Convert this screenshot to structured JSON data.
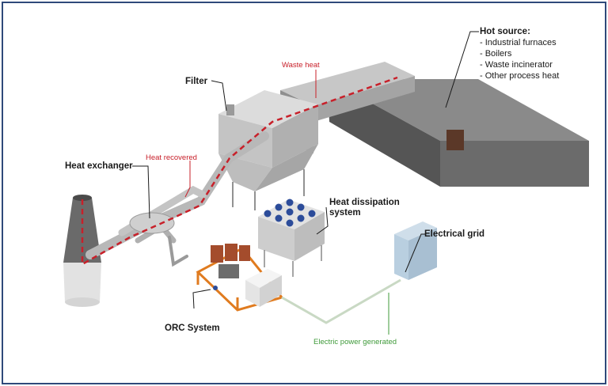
{
  "labels": {
    "hot_source_title": "Hot source:",
    "hot_source_items": [
      "- Industrial furnaces",
      "- Boilers",
      "- Waste incinerator",
      "- Other process heat"
    ],
    "waste_heat": "Waste heat",
    "filter": "Filter",
    "heat_exchanger": "Heat exchanger",
    "heat_recovered": "Heat recovered",
    "heat_dissipation_line1": "Heat dissipation",
    "heat_dissipation_line2": "system",
    "electrical_grid": "Electrical grid",
    "orc_system": "ORC System",
    "electric_power": "Electric power generated"
  },
  "colors": {
    "frame": "#2f4a7a",
    "waste_heat": "#c8202a",
    "power": "#3f9a3a",
    "orc_frame": "#e07b1f",
    "grid_cabinet": "#b9cfe0",
    "fans": "#2c4c9a"
  }
}
